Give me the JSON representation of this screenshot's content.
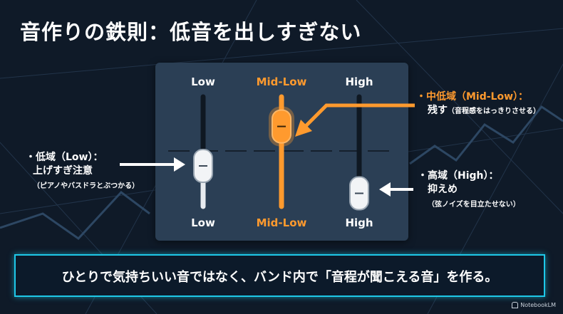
{
  "title": "音作りの鉄則：低音を出しすぎない",
  "eq": {
    "bands": [
      {
        "top_label": "Low",
        "bottom_label": "Low",
        "level": 0.37,
        "active": false
      },
      {
        "top_label": "Mid-Low",
        "bottom_label": "Mid-Low",
        "level": 0.73,
        "active": true
      },
      {
        "top_label": "High",
        "bottom_label": "High",
        "level": 0.12,
        "active": false
      }
    ]
  },
  "annotations": {
    "low": {
      "line1": "・低域（Low）：",
      "line2": "上げすぎ注意",
      "line3": "（ピアノやバスドラとぶつかる）"
    },
    "midlow": {
      "line1": "・中低域（Mid-Low）：",
      "line2": "残す",
      "line2_small": "（音程感をはっきりさせる）"
    },
    "high": {
      "line1": "・高域（High）：",
      "line2": "抑えめ",
      "line3": "（弦ノイズを目立たせない）"
    }
  },
  "banner": "ひとりで気持ちいい音ではなく、バンド内で「音程が聞こえる音」を作る。",
  "logo": "NotebookLM",
  "colors": {
    "accent": "#ff9a2e",
    "banner_border": "#1ec8e8",
    "background": "#0f1a28",
    "panel": "#2b3f55"
  }
}
